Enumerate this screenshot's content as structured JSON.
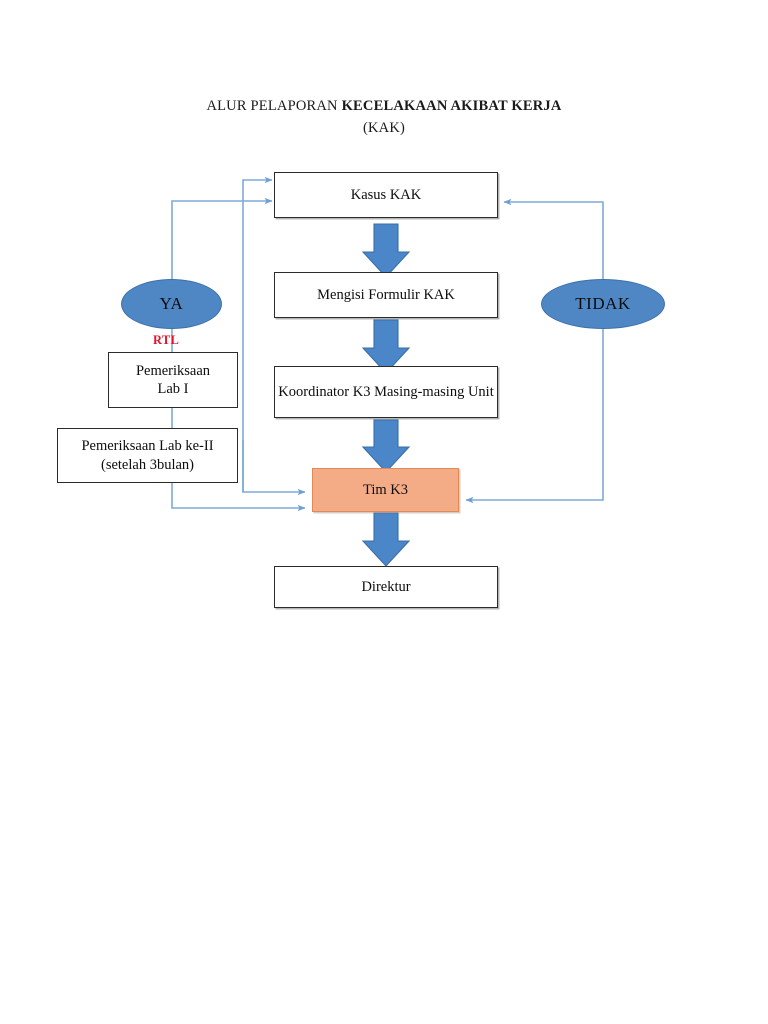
{
  "document": {
    "title_line_1_prefix": "ALUR PELAPORAN ",
    "title_line_1_strong": "KECELAKAAN AKIBAT KERJA",
    "title_line_2": "(KAK)"
  },
  "colors": {
    "ellipse_fill": "#4F87C4",
    "orange_fill": "#F4AC87",
    "orange_border": "#E08A57",
    "block_arrow_fill": "#4A86C8",
    "block_arrow_stroke": "#3A6FA8",
    "connector_line": "#7EA9D8",
    "box_border": "#2B2B2B",
    "rtl_text": "#E8112D"
  },
  "flowchart": {
    "type": "flowchart",
    "orientation": "top-to-bottom",
    "nodes": [
      {
        "id": "kasus-kak",
        "label": "Kasus KAK",
        "shape": "rectangle"
      },
      {
        "id": "mengisi-formulir",
        "label": "Mengisi Formulir KAK",
        "shape": "rectangle"
      },
      {
        "id": "koordinator-k3",
        "label": "Koordinator K3 Masing-masing Unit",
        "shape": "rectangle"
      },
      {
        "id": "tim-k3",
        "label": "Tim K3",
        "shape": "rectangle-highlight"
      },
      {
        "id": "direktur",
        "label": "Direktur",
        "shape": "rectangle"
      },
      {
        "id": "ya",
        "label": "YA",
        "shape": "ellipse"
      },
      {
        "id": "tidak",
        "label": "TIDAK",
        "shape": "ellipse"
      },
      {
        "id": "lab-1",
        "label": "Pemeriksaan Lab I",
        "shape": "rectangle"
      },
      {
        "id": "lab-2",
        "label": "Pemeriksaan Lab ke-II (setelah 3bulan)",
        "shape": "rectangle"
      }
    ],
    "edge_labels": [
      {
        "id": "rtl",
        "label": "RTL"
      }
    ],
    "edges": [
      {
        "from": "kasus-kak",
        "to": "mengisi-formulir",
        "style": "block-arrow"
      },
      {
        "from": "mengisi-formulir",
        "to": "koordinator-k3",
        "style": "block-arrow"
      },
      {
        "from": "koordinator-k3",
        "to": "tim-k3",
        "style": "block-arrow"
      },
      {
        "from": "tim-k3",
        "to": "direktur",
        "style": "block-arrow"
      },
      {
        "from": "ya",
        "to": "kasus-kak",
        "style": "line-arrow"
      },
      {
        "from": "tidak",
        "to": "kasus-kak",
        "style": "line-arrow"
      },
      {
        "from": "ya",
        "to": "lab-1",
        "style": "line",
        "label": "RTL"
      },
      {
        "from": "lab-1",
        "to": "lab-2",
        "style": "line"
      },
      {
        "from": "lab-2",
        "to": "tim-k3",
        "style": "line-arrow"
      },
      {
        "from": "tim-k3",
        "to": "kasus-kak",
        "style": "line-arrow"
      },
      {
        "from": "tidak",
        "to": "tim-k3",
        "style": "line-arrow"
      }
    ]
  },
  "nodes": {
    "kasus_kak": {
      "label": "Kasus KAK"
    },
    "mengisi_formulir": {
      "label": "Mengisi Formulir KAK"
    },
    "koordinator_k3": {
      "label": "Koordinator K3 Masing-masing Unit"
    },
    "tim_k3": {
      "label": "Tim K3"
    },
    "direktur": {
      "label": "Direktur"
    },
    "ya": {
      "label": "YA"
    },
    "tidak": {
      "label": "TIDAK"
    },
    "lab_1_line_1": "Pemeriksaan",
    "lab_1_line_2": "Lab I",
    "lab_2_line_1": "Pemeriksaan Lab ke-II",
    "lab_2_line_2": "(setelah 3bulan)",
    "rtl": {
      "label": "RTL"
    }
  }
}
